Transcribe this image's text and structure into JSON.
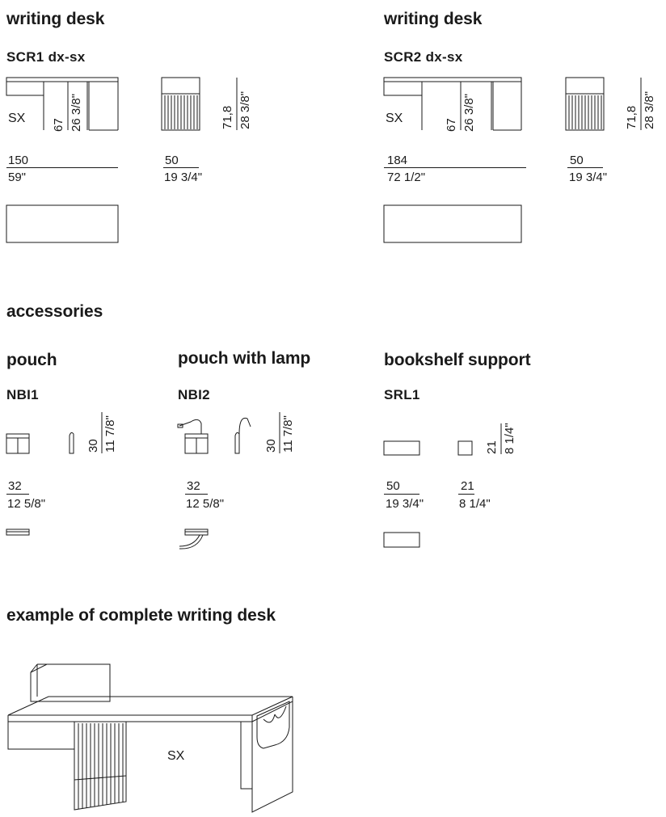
{
  "sections": {
    "writing_desk_left": {
      "title": "writing desk",
      "code": "SCR1 dx-sx",
      "side": "SX",
      "height_cm": "67",
      "height_in": "26 3/8\"",
      "total_height_cm": "71,8",
      "total_height_in": "28 3/8\"",
      "width_cm": "150",
      "width_in": "59\"",
      "depth_cm": "50",
      "depth_in": "19 3/4\""
    },
    "writing_desk_right": {
      "title": "writing desk",
      "code": "SCR2 dx-sx",
      "side": "SX",
      "height_cm": "67",
      "height_in": "26 3/8\"",
      "total_height_cm": "71,8",
      "total_height_in": "28 3/8\"",
      "width_cm": "184",
      "width_in": "72 1/2\"",
      "depth_cm": "50",
      "depth_in": "19 3/4\""
    },
    "accessories": {
      "title": "accessories"
    },
    "pouch": {
      "title": "pouch",
      "code": "NBI1",
      "height_cm": "30",
      "height_in": "11 7/8\"",
      "width_cm": "32",
      "width_in": "12 5/8\""
    },
    "pouch_lamp": {
      "title": "pouch with lamp",
      "code": "NBI2",
      "height_cm": "30",
      "height_in": "11 7/8\"",
      "width_cm": "32",
      "width_in": "12 5/8\""
    },
    "bookshelf_support": {
      "title": "bookshelf support",
      "code": "SRL1",
      "height_cm": "21",
      "height_in": "8 1/4\"",
      "width_cm": "50",
      "width_in": "19 3/4\"",
      "depth_cm": "21",
      "depth_in": "8 1/4\""
    },
    "example": {
      "title": "example of complete writing desk",
      "side": "SX"
    }
  }
}
